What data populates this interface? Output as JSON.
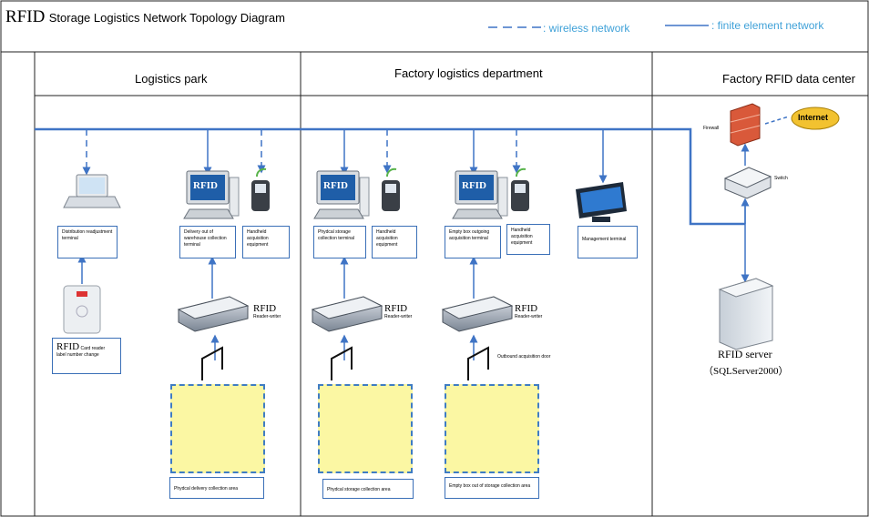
{
  "title": {
    "prefix": "RFID",
    "text": "Storage Logistics Network Topology Diagram"
  },
  "legend": {
    "wireless": ": wireless network",
    "wired": ": finite element network",
    "color": "#3fa1d8"
  },
  "columns": {
    "park": "Logistics park",
    "factory": "Factory logistics department",
    "datacenter": "Factory RFID data center"
  },
  "terminals": {
    "distribution": "Distribution readjustment terminal",
    "delivery": "Delivery out of warehouse collection terminal",
    "handheld1": "Handheld acquisition equipment",
    "physical_storage": "Phydcal storage collection terminal",
    "handheld2": "Handheld acquisition equipment",
    "empty_box": "Empty box outgoing acquisition terminal",
    "handheld3": "Handheld acquisition equipment",
    "management": "Management terminal"
  },
  "card_reader": {
    "rfid": "RFID",
    "name": "Card reader",
    "sub": "label number change"
  },
  "readers": [
    {
      "rfid": "RFID",
      "sub": "Reader-writer"
    },
    {
      "rfid": "RFID",
      "sub": "Reader-writer"
    },
    {
      "rfid": "RFID",
      "sub": "Reader-writer"
    }
  ],
  "outbound_door": "Outbound acquisition door",
  "areas": {
    "delivery": "Phydcal delivery collection area",
    "storage": "Phydcal storage collection area",
    "empty_box": "Empty box out of storage collection area"
  },
  "datacenter": {
    "firewall": "Firewall",
    "internet": "Internet",
    "switch": "Switch",
    "server": "RFID server",
    "server_sub": "（SQLServer2000）"
  },
  "monitor_text": "RFID",
  "colors": {
    "line": "#3f74c5",
    "border": "#222222",
    "area_fill": "#fbf7a3"
  }
}
